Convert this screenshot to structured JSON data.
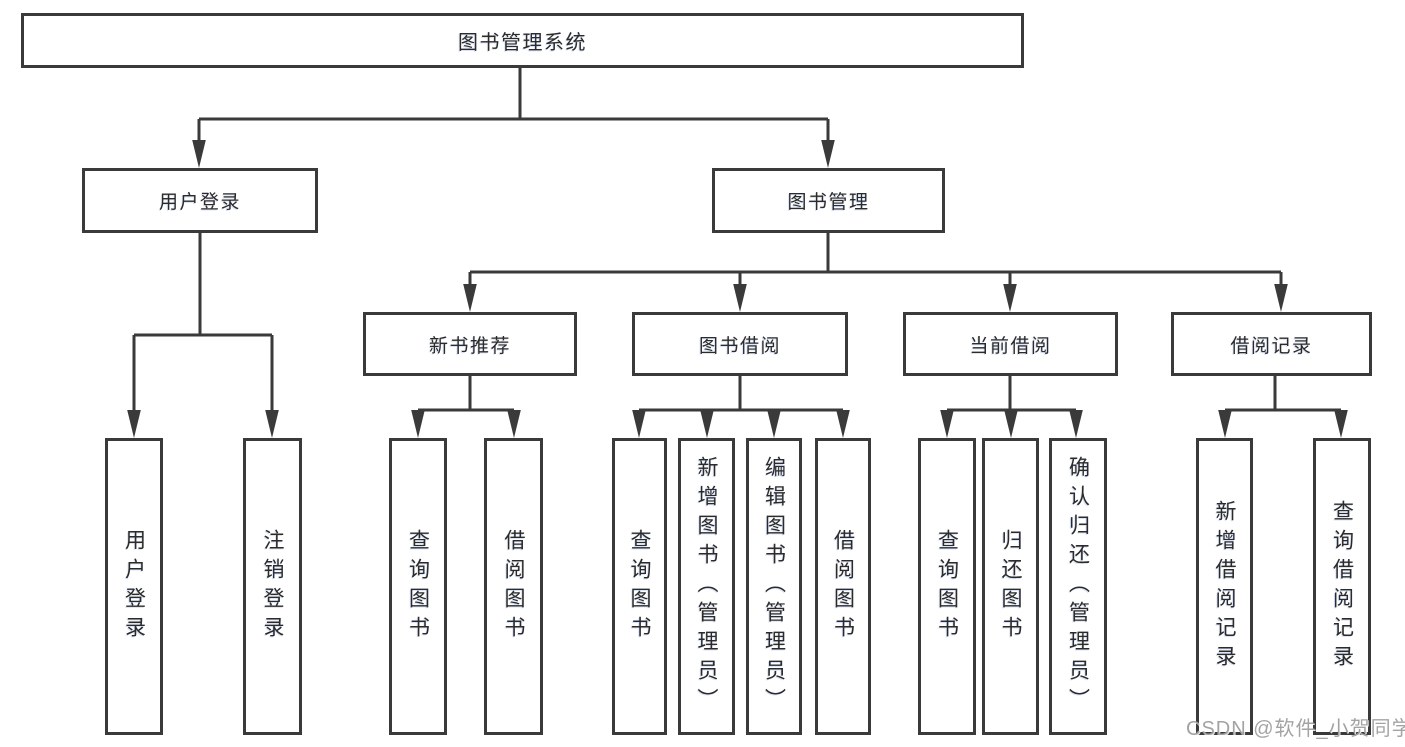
{
  "diagram": {
    "root": {
      "label": "图书管理系统"
    },
    "level2": [
      {
        "label": "用户登录"
      },
      {
        "label": "图书管理"
      }
    ],
    "level3": [
      {
        "label": "新书推荐"
      },
      {
        "label": "图书借阅"
      },
      {
        "label": "当前借阅"
      },
      {
        "label": "借阅记录"
      }
    ],
    "leaves": [
      {
        "label": "用户登录"
      },
      {
        "label": "注销登录"
      },
      {
        "label": "查询图书"
      },
      {
        "label": "借阅图书"
      },
      {
        "label": "查询图书"
      },
      {
        "label": "新增图书（管理员）"
      },
      {
        "label": "编辑图书（管理员）"
      },
      {
        "label": "借阅图书"
      },
      {
        "label": "查询图书"
      },
      {
        "label": "归还图书"
      },
      {
        "label": "确认归还（管理员）"
      },
      {
        "label": "新增借阅记录"
      },
      {
        "label": "查询借阅记录"
      }
    ],
    "watermark": "CSDN @软件_小贺同学",
    "colors": {
      "line": "#3a3a3a",
      "text": "#2b2b2b",
      "watermark": "#9e9e9e",
      "background": "#ffffff"
    }
  }
}
